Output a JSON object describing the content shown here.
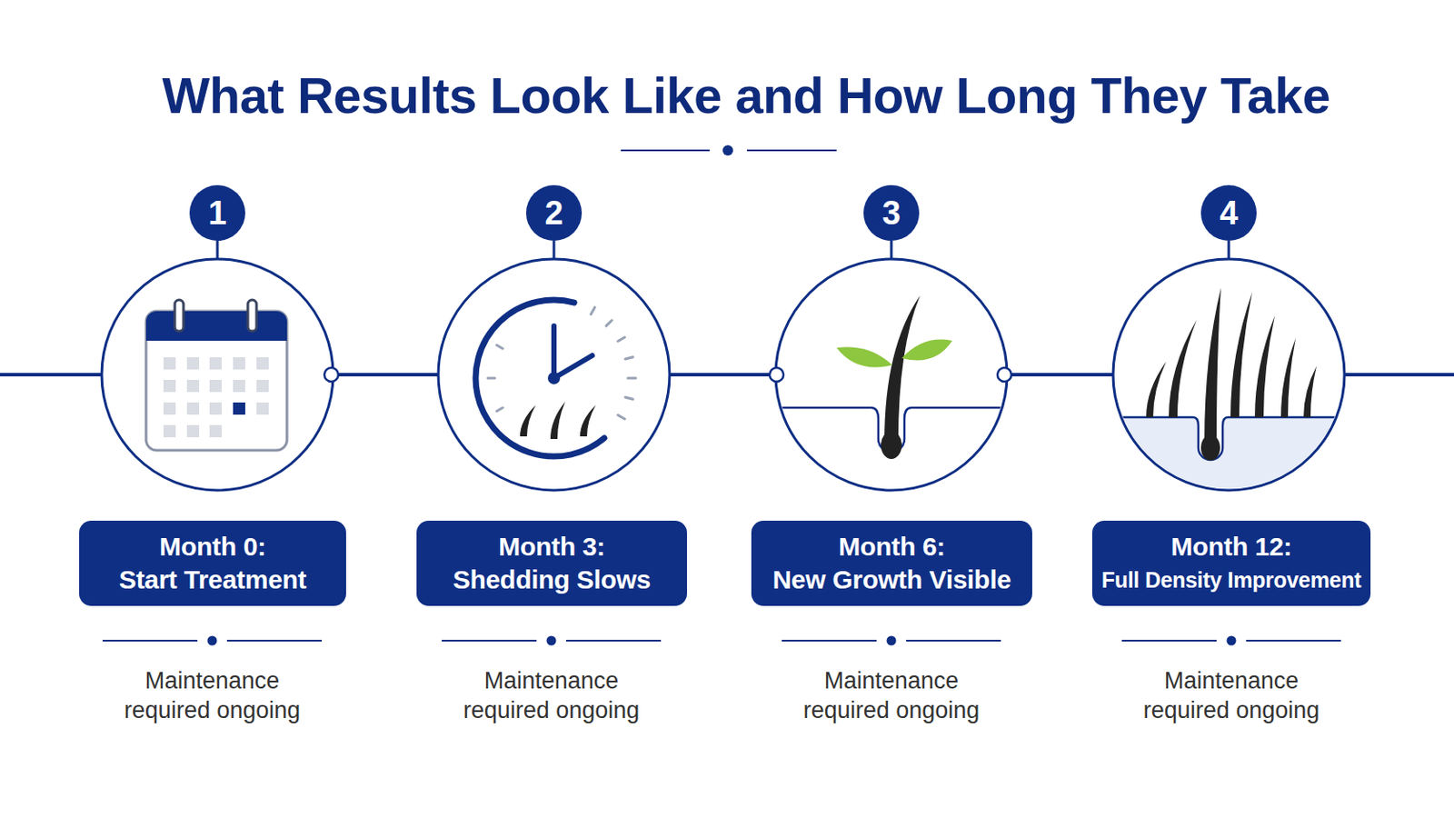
{
  "diagram": {
    "title": "What Results Look Like and How Long They Take",
    "nodes": [
      {
        "text": [
          "1"
        ]
      },
      {
        "text": [
          "Month 0:",
          "Start Treatment"
        ]
      },
      {
        "text": [
          "2"
        ]
      },
      {
        "text": [
          "Month 3:",
          "Shedding Slows"
        ]
      },
      {
        "text": [
          "3"
        ]
      },
      {
        "text": [
          "Month 6:",
          "New Growth Visible"
        ]
      },
      {
        "text": [
          "4"
        ]
      },
      {
        "text": [
          "Month 12:",
          "Full Density Improvement"
        ]
      }
    ],
    "labels": [
      "Maintenance required ongoing",
      "Maintenance required ongoing",
      "Maintenance required ongoing",
      "Maintenance required ongoing"
    ]
  }
}
